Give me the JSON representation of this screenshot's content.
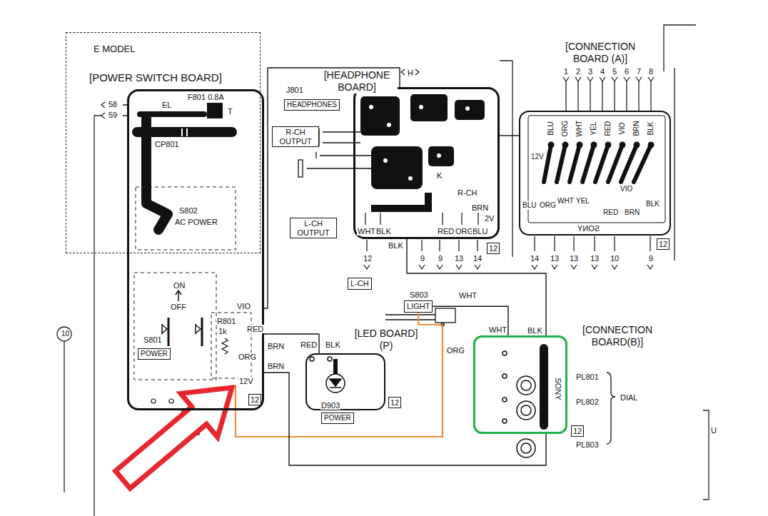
{
  "diagram": {
    "nodes": [
      {
        "text": [
          "E MODEL"
        ]
      },
      {
        "text": [
          "[POWER SWITCH BOARD]"
        ]
      },
      {
        "text": [
          "[HEADPHONE BOARD]"
        ]
      },
      {
        "text": [
          "HEADPHONES"
        ]
      },
      {
        "text": [
          "R-CH OUTPUT"
        ]
      },
      {
        "text": [
          "[CONNECTION BOARD (A)]"
        ]
      },
      {
        "text": [
          "L-CH OUTPUT"
        ]
      },
      {
        "text": [
          "L-CH"
        ]
      },
      {
        "text": [
          "LIGHT"
        ]
      },
      {
        "text": [
          "POWER"
        ],
        "in": 1
      },
      {
        "text": [
          "[LED BOARD] (P)"
        ]
      },
      {
        "text": [
          "[CONNECTION BOARD(B)]"
        ]
      },
      {
        "text": [
          "POWER"
        ]
      }
    ],
    "edges": [
      {
        "from": 1,
        "to": 10,
        "arrow": "none"
      },
      {
        "from": 1,
        "to": 8,
        "arrow": "none"
      },
      {
        "from": 8,
        "to": 11,
        "arrow": "none"
      },
      {
        "from": 1,
        "to": 2,
        "arrow": "none"
      },
      {
        "from": 2,
        "to": 5,
        "arrow": "none"
      },
      {
        "from": 1,
        "to": 11,
        "arrow": "none"
      },
      {
        "from": 2,
        "to": 11,
        "arrow": "none"
      }
    ],
    "labels": [
      "58",
      "59",
      "F801 0.8A",
      "EL",
      "T",
      "CP801",
      "S802",
      "AC POWER",
      "ON",
      "OFF",
      "S801",
      "R801",
      "1k",
      "VIO",
      "RED",
      "BRN",
      "ORG",
      "BRN",
      "12V",
      "12",
      "J801",
      "H",
      "K",
      "R-CH",
      "BRN",
      "2V",
      "WHT",
      "BLK",
      "RED",
      "ORG",
      "BLU",
      "12",
      "BLK",
      "12",
      "9",
      "9",
      "13",
      "14",
      "14",
      "13",
      "13",
      "13",
      "10",
      "9",
      "12",
      "1",
      "2",
      "3",
      "4",
      "5",
      "6",
      "7",
      "8",
      "BLU",
      "ORG",
      "WHT",
      "YEL",
      "RED",
      "VIO",
      "BRN",
      "BLK",
      "12V",
      "BLU",
      "ORG",
      "WHT",
      "YEL",
      "VIO",
      "RED",
      "BRN",
      "BLK",
      "SONY",
      "RED",
      "BLK",
      "D903",
      "12",
      "S803",
      "WHT",
      "ORG",
      "WHT",
      "BLK",
      "SONY",
      "PL801",
      "PL802",
      "PL803",
      "DIAL",
      "12",
      "10",
      "U"
    ]
  }
}
